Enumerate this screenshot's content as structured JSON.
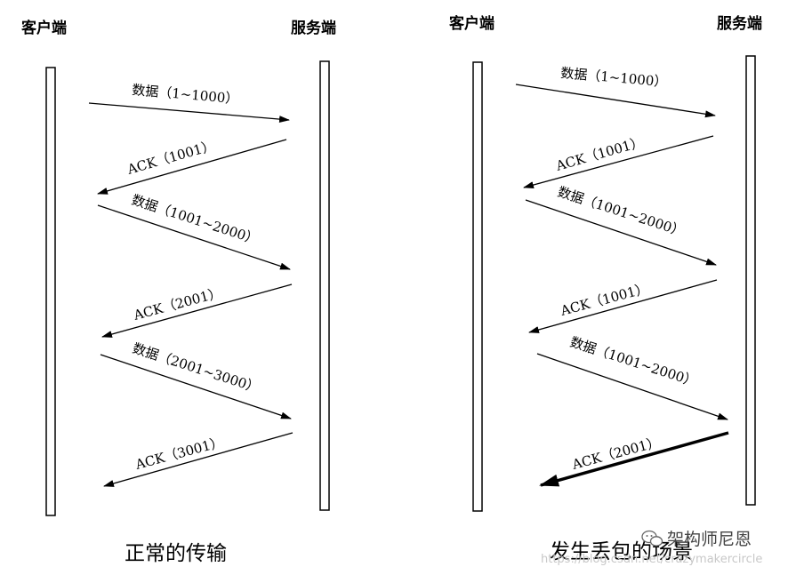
{
  "left": {
    "client_label": "客户端",
    "server_label": "服务端",
    "caption": "正常的传输",
    "messages": [
      {
        "label": "数据（1~1000）",
        "lost": false
      },
      {
        "label": "ACK（1001）",
        "lost": false
      },
      {
        "label": "数据（1001~2000）",
        "lost": false
      },
      {
        "label": "ACK（2001）",
        "lost": false
      },
      {
        "label": "数据（2001~3000）",
        "lost": false
      },
      {
        "label": "ACK（3001）",
        "lost": false
      }
    ]
  },
  "right": {
    "client_label": "客户端",
    "server_label": "服务端",
    "caption": "发生丢包的场景",
    "messages": [
      {
        "label": "数据（1~1000）",
        "lost": false
      },
      {
        "label": "ACK（1001）",
        "lost": false
      },
      {
        "label": "数据（1001~2000）",
        "lost": false
      },
      {
        "label": "ACK（1001）",
        "lost": false
      },
      {
        "label": "数据（1001~2000）",
        "lost": false
      },
      {
        "label": "ACK（2001）",
        "lost": false
      }
    ]
  },
  "watermark": {
    "name": "架构师尼恩",
    "url": "https://blog.csdn.net/crazymakercircle"
  }
}
